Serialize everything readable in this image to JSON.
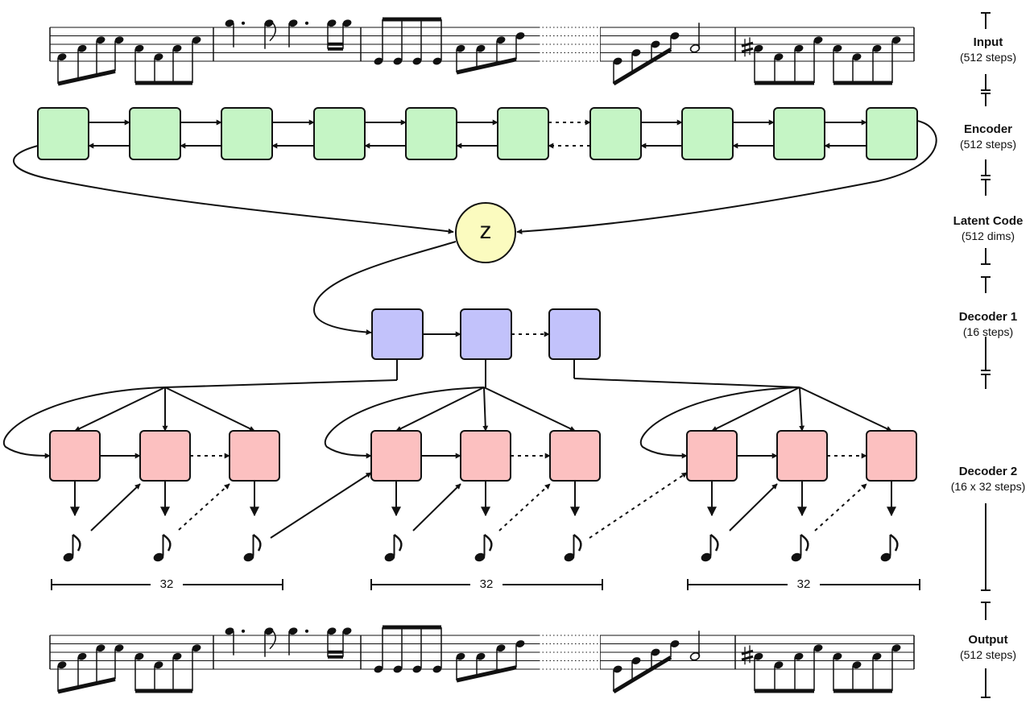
{
  "stage_labels": [
    {
      "title": "Input",
      "sub": "(512 steps)"
    },
    {
      "title": "Encoder",
      "sub": "(512 steps)"
    },
    {
      "title": "Latent Code",
      "sub": "(512 dims)"
    },
    {
      "title": "Decoder 1",
      "sub": "(16 steps)"
    },
    {
      "title": "Decoder 2",
      "sub": "(16 x 32 steps)"
    },
    {
      "title": "Output",
      "sub": "(512 steps)"
    }
  ],
  "latent_symbol": "z",
  "subsequence_length_labels": [
    "32",
    "32",
    "32"
  ],
  "colors": {
    "encoder_cell": "#c5f5c5",
    "decoder1_cell": "#c2c2fb",
    "decoder2_cell": "#fcc0c0",
    "latent_node": "#fbfbbf",
    "stroke": "#111111"
  },
  "icons": [
    "music-note-icon",
    "sharp-icon"
  ]
}
